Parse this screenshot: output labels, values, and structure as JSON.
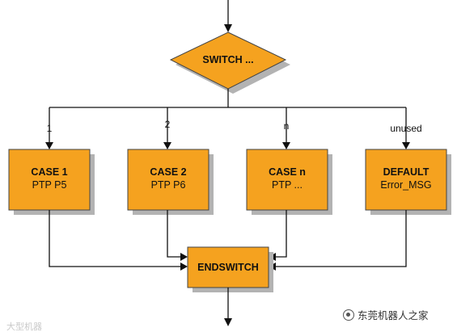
{
  "switch_node": {
    "label": "SWITCH ..."
  },
  "cases": [
    {
      "branch": "1",
      "title": "CASE 1",
      "subtitle": "PTP P5"
    },
    {
      "branch": "2",
      "title": "CASE 2",
      "subtitle": "PTP P6"
    },
    {
      "branch": "n",
      "title": "CASE n",
      "subtitle": "PTP ..."
    },
    {
      "branch": "unused",
      "title": "DEFAULT",
      "subtitle": "Error_MSG"
    }
  ],
  "end_node": {
    "label": "ENDSWITCH"
  },
  "watermark_left": "大型机器",
  "watermark_right": "东莞机器人之家",
  "colors": {
    "box_fill": "#f5a21f",
    "box_border": "#444444",
    "shadow": "#b3b3b3",
    "line": "#111111"
  }
}
